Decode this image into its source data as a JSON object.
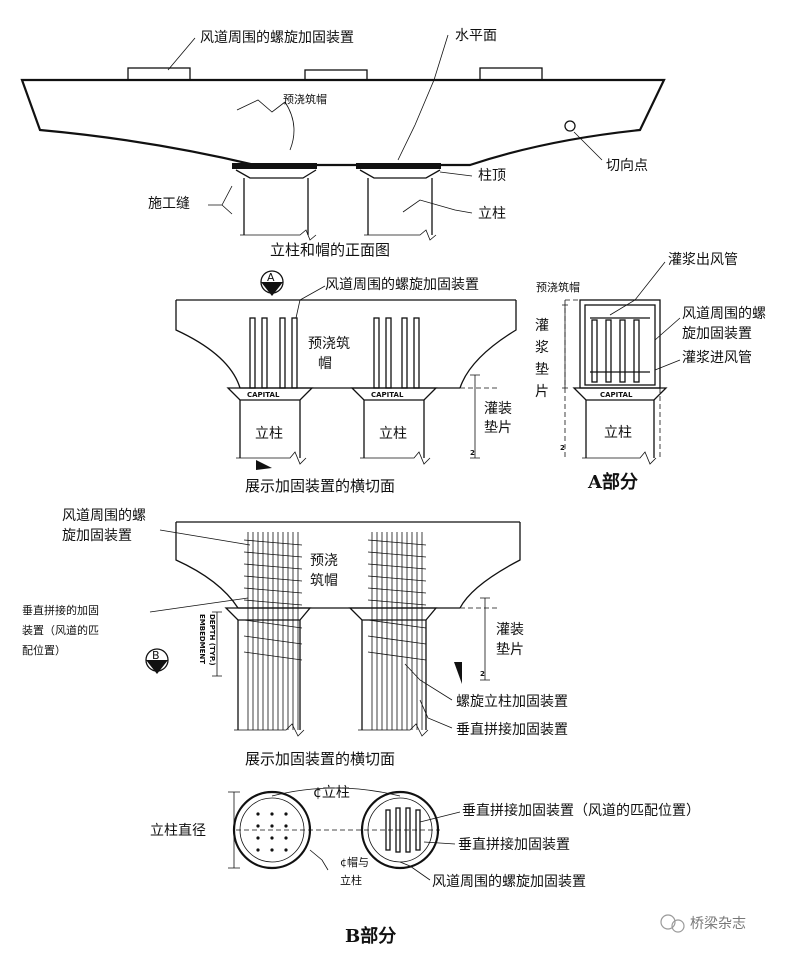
{
  "section1": {
    "label_spiral": "风道周围的螺旋加固装置",
    "label_horizontal": "水平面",
    "label_precast": "预浇筑帽",
    "label_tangent": "切向点",
    "label_column_top": "柱顶",
    "label_joint": "施工缝",
    "label_column": "立柱",
    "caption": "立柱和帽的正面图"
  },
  "section2": {
    "label_spiral": "风道周围的螺旋加固装置",
    "label_precast_1": "预浇筑",
    "label_precast_2": "帽",
    "capital": "CAPITAL",
    "column_1": "立柱",
    "column_2": "立柱",
    "label_grout_1": "灌装",
    "label_grout_2": "垫片",
    "dim": "2",
    "caption": "展示加固装置的横切面",
    "section_mark": "A"
  },
  "partA": {
    "label_outlet": "灌浆出风管",
    "label_precast": "预浇筑帽",
    "label_spiral_1": "风道周围的螺",
    "label_spiral_2": "旋加固装置",
    "label_inlet": "灌浆进风管",
    "label_grout_vertical": [
      "灌",
      "浆",
      "垫",
      "片"
    ],
    "capital": "CAPITAL",
    "column": "立柱",
    "dim": "2",
    "caption": "A部分"
  },
  "section3": {
    "label_spiral_1": "风道周围的螺",
    "label_spiral_2": "旋加固装置",
    "label_precast_1": "预浇",
    "label_precast_2": "筑帽",
    "label_vertical_1": "垂直拼接的加固",
    "label_vertical_2": "装置（风道的匹",
    "label_vertical_3": "配位置）",
    "embed_1": "EMBEDMENT",
    "embed_2": "DEPTH (TYP.)",
    "label_grout_1": "灌装",
    "label_grout_2": "垫片",
    "dim": "2",
    "label_spiral_column": "螺旋立柱加固装置",
    "label_vertical_splice": "垂直拼接加固装置",
    "caption": "展示加固装置的横切面",
    "section_mark": "B"
  },
  "planB": {
    "label_cl_column": "¢立柱",
    "label_diameter": "立柱直径",
    "label_cap_cl_1": "¢帽与",
    "label_cap_cl_2": "立柱",
    "label_vertical_duct": "垂直拼接加固装置（风道的匹配位置）",
    "label_vertical_splice": "垂直拼接加固装置",
    "label_spiral": "风道周围的螺旋加固装置",
    "caption": "B部分"
  },
  "watermark": "桥梁杂志"
}
